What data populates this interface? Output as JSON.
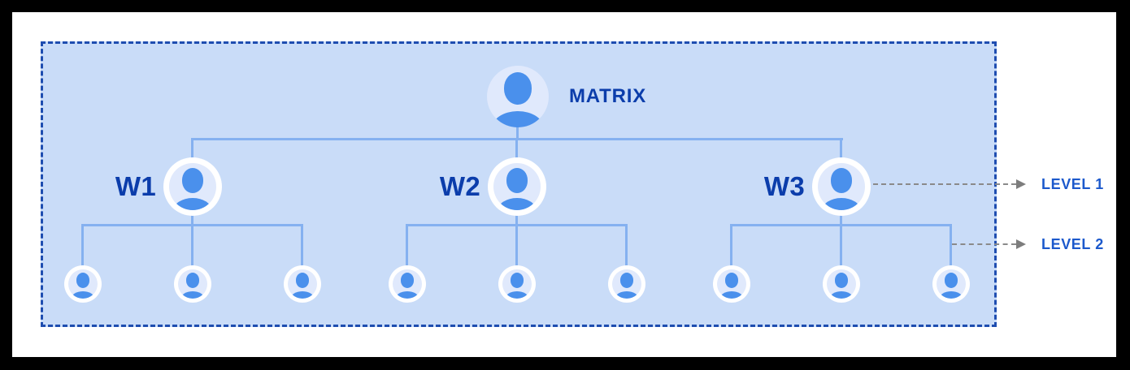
{
  "window": {
    "frame_color": "#000000",
    "page_background": "#ffffff"
  },
  "diagram": {
    "container": {
      "background": "#c9dcf8",
      "border_color": "#1e4db0",
      "border_style": "dashed"
    },
    "root": {
      "label": "MATRIX"
    },
    "level1_nodes": [
      {
        "label": "W1",
        "children_count": 3
      },
      {
        "label": "W2",
        "children_count": 3
      },
      {
        "label": "W3",
        "children_count": 3
      }
    ],
    "annotations": [
      {
        "label": "LEVEL 1"
      },
      {
        "label": "LEVEL 2"
      }
    ],
    "colors": {
      "person_icon": "#4a90ec",
      "avatar_background": "#e0e9fc",
      "avatar_ring": "#ffffff",
      "connector_line": "#85b1f0",
      "node_label_text": "#0b3dab",
      "annotation_text": "#1c59cc",
      "annotation_arrow": "#8a8a8a"
    }
  }
}
